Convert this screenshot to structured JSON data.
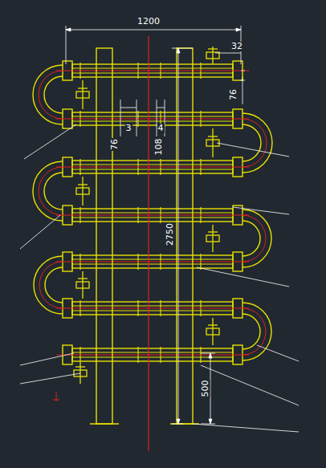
{
  "diagram": {
    "labels": [
      "1200",
      "32",
      "76",
      "3",
      "4",
      "76",
      "108",
      "2750",
      "500"
    ]
  }
}
